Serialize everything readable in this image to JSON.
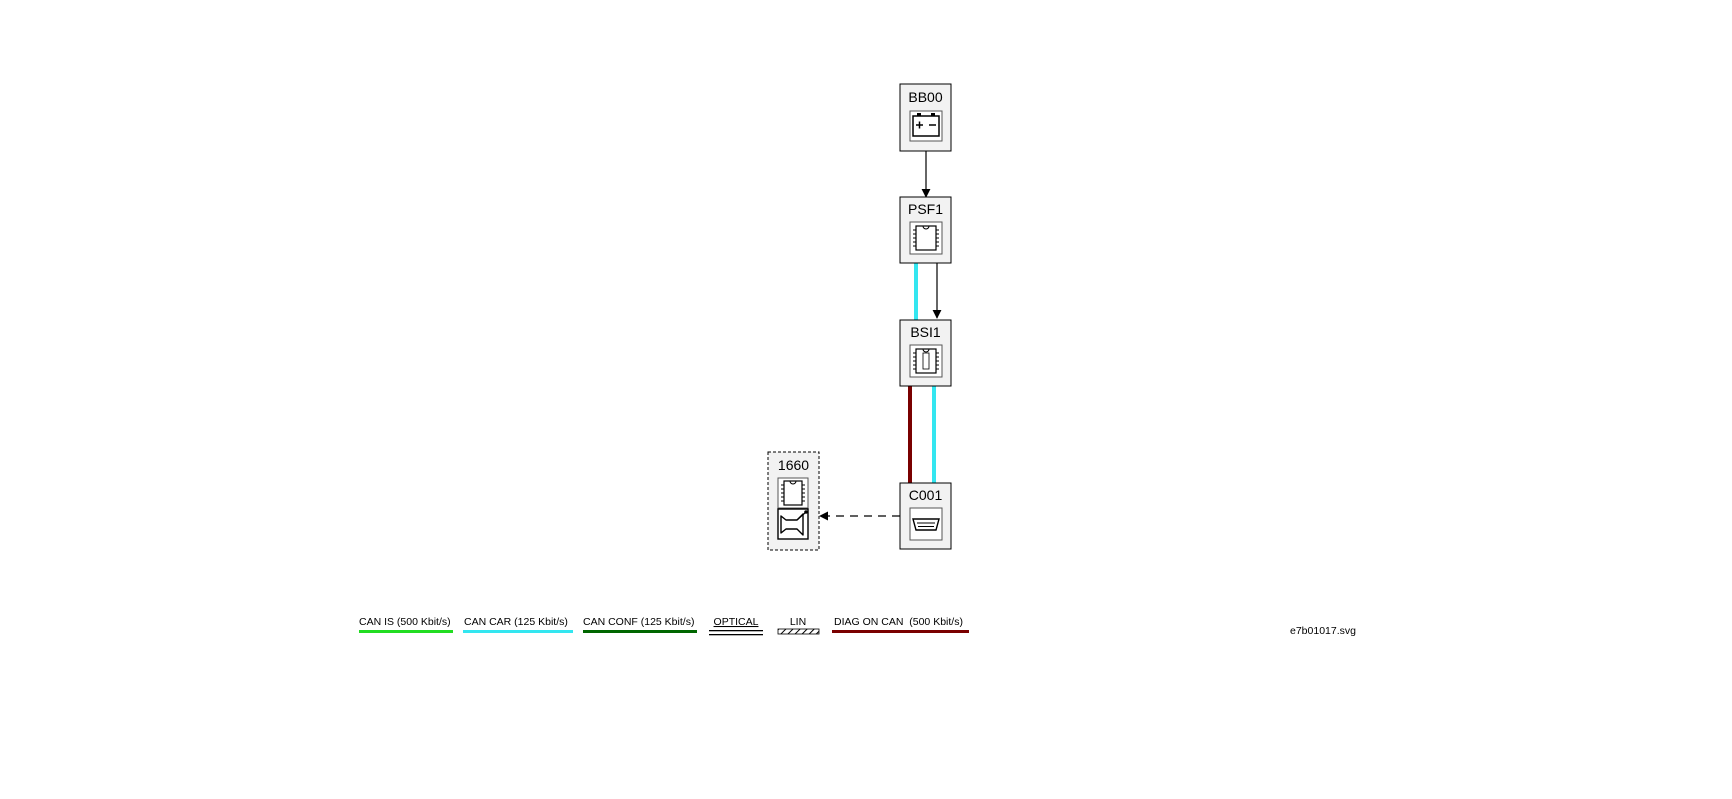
{
  "nodes": {
    "bb00": {
      "label": "BB00",
      "icon": "battery-icon"
    },
    "psf1": {
      "label": "PSF1",
      "icon": "chip-icon"
    },
    "bsi1": {
      "label": "BSI1",
      "icon": "chip-icon"
    },
    "c001": {
      "label": "C001",
      "icon": "diagnostic-socket-icon"
    },
    "n1660": {
      "label": "1660",
      "icon": "chip-icon",
      "secondary_icon": "horn-icon",
      "optional": true
    }
  },
  "legend": [
    {
      "label": "CAN IS (500 Kbit/s)",
      "color": "#22dd22",
      "style": "solid"
    },
    {
      "label": "CAN CAR (125 Kbit/s)",
      "color": "#33e6f0",
      "style": "solid"
    },
    {
      "label": "CAN CONF (125 Kbit/s)",
      "color": "#006600",
      "style": "solid"
    },
    {
      "label": "OPTICAL",
      "color": "#000000",
      "style": "double"
    },
    {
      "label": "LIN",
      "color": "#000000",
      "style": "hatched"
    },
    {
      "label": "DIAG ON CAN  (500 Kbit/s)",
      "color": "#7a0000",
      "style": "solid"
    }
  ],
  "file_label": "e7b01017.svg",
  "colors": {
    "can_car": "#33e6f0",
    "diag_on_can": "#7a0000",
    "node_fill": "#f2f2f2",
    "arrow": "#000000"
  }
}
